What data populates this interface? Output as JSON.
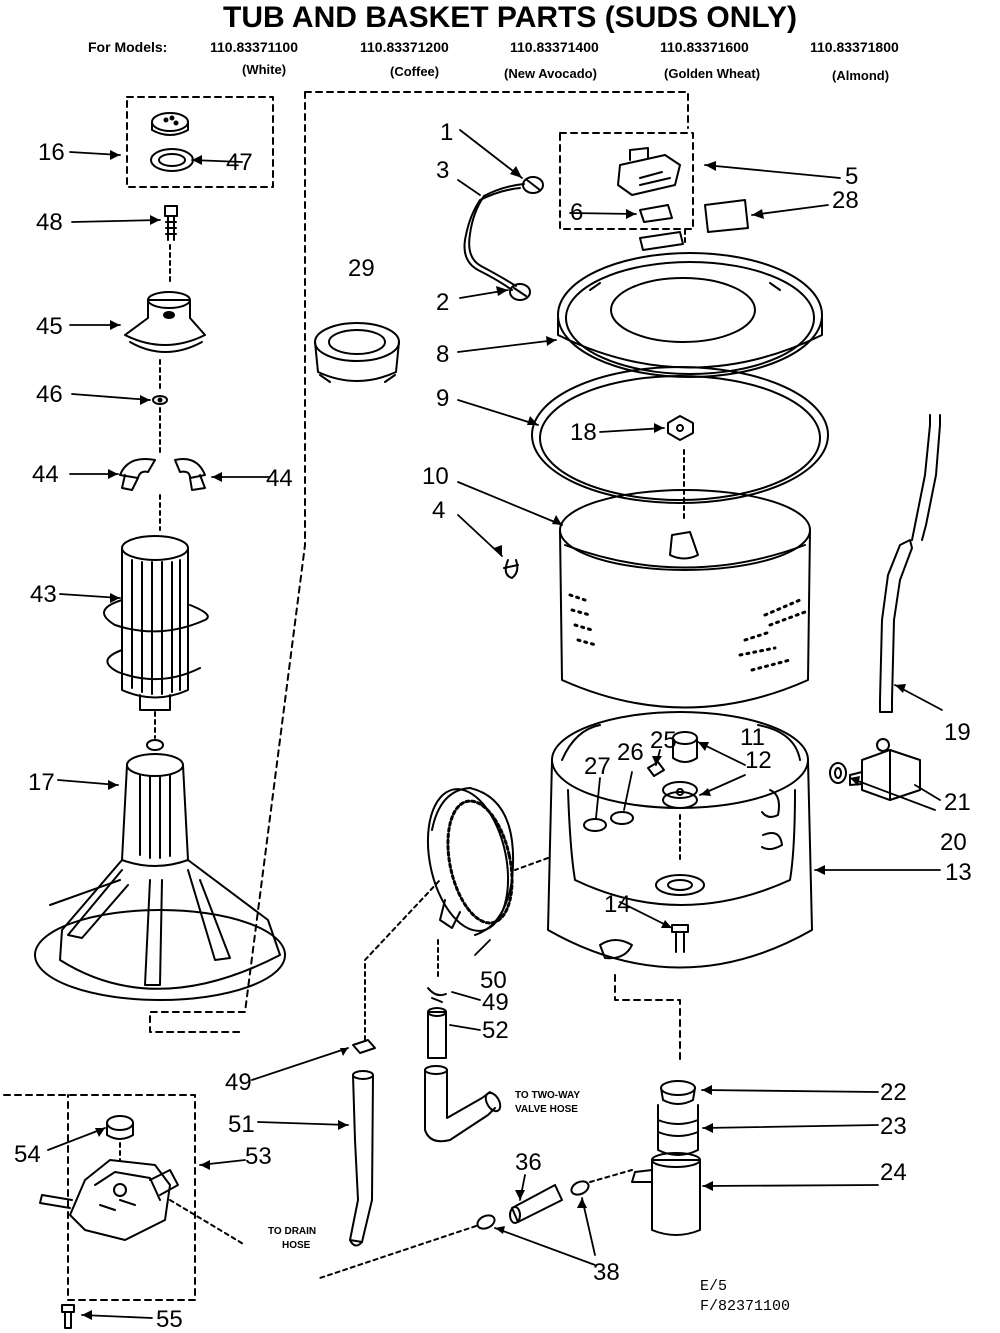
{
  "title": "TUB AND BASKET PARTS (SUDS ONLY)",
  "models_prefix": "For Models:",
  "models": [
    {
      "number": "110.83371100",
      "color": "(White)"
    },
    {
      "number": "110.83371200",
      "color": "(Coffee)"
    },
    {
      "number": "110.83371400",
      "color": "(New Avocado)"
    },
    {
      "number": "110.83371600",
      "color": "(Golden Wheat)"
    },
    {
      "number": "110.83371800",
      "color": "(Almond)"
    }
  ],
  "notes": {
    "two_way_valve_line1": "TO TWO-WAY",
    "two_way_valve_line2": "VALVE HOSE",
    "drain_hose_line1": "TO DRAIN",
    "drain_hose_line2": "HOSE"
  },
  "footer": {
    "line1": "E/5",
    "line2": "F/82371100"
  },
  "callouts": {
    "c1": "1",
    "c2": "2",
    "c3": "3",
    "c4": "4",
    "c5": "5",
    "c6": "6",
    "c8": "8",
    "c9": "9",
    "c10": "10",
    "c11": "11",
    "c12": "12",
    "c13": "13",
    "c14": "14",
    "c16": "16",
    "c17": "17",
    "c18": "18",
    "c19": "19",
    "c20": "20",
    "c21": "21",
    "c22": "22",
    "c23": "23",
    "c24": "24",
    "c25": "25",
    "c26": "26",
    "c27": "27",
    "c28": "28",
    "c29": "29",
    "c36": "36",
    "c38": "38",
    "c43": "43",
    "c44a": "44",
    "c44b": "44",
    "c45": "45",
    "c46": "46",
    "c47": "47",
    "c48": "48",
    "c49a": "49",
    "c49b": "49",
    "c50": "50",
    "c51": "51",
    "c52": "52",
    "c53": "53",
    "c54": "54",
    "c55": "55"
  }
}
